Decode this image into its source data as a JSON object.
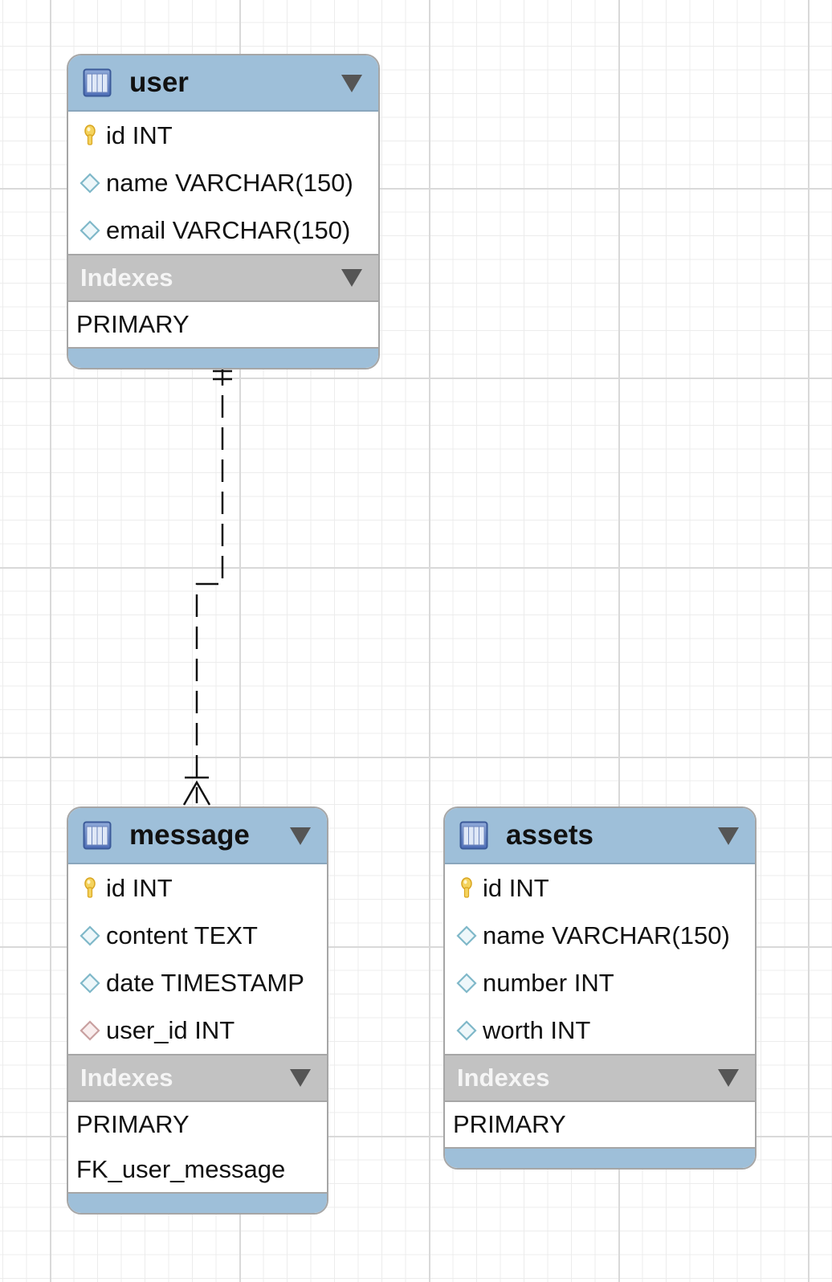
{
  "tables": {
    "user": {
      "name": "user",
      "columns": [
        {
          "label": "id INT",
          "kind": "primary-key"
        },
        {
          "label": "name VARCHAR(150)",
          "kind": "column"
        },
        {
          "label": "email VARCHAR(150)",
          "kind": "column"
        }
      ],
      "indexes_label": "Indexes",
      "indexes": [
        "PRIMARY"
      ]
    },
    "message": {
      "name": "message",
      "columns": [
        {
          "label": "id INT",
          "kind": "primary-key"
        },
        {
          "label": "content TEXT",
          "kind": "column"
        },
        {
          "label": "date TIMESTAMP",
          "kind": "column"
        },
        {
          "label": "user_id INT",
          "kind": "foreign-key"
        }
      ],
      "indexes_label": "Indexes",
      "indexes": [
        "PRIMARY",
        "FK_user_message"
      ]
    },
    "assets": {
      "name": "assets",
      "columns": [
        {
          "label": "id INT",
          "kind": "primary-key"
        },
        {
          "label": "name VARCHAR(150)",
          "kind": "column"
        },
        {
          "label": "number INT",
          "kind": "column"
        },
        {
          "label": "worth INT",
          "kind": "column"
        }
      ],
      "indexes_label": "Indexes",
      "indexes": [
        "PRIMARY"
      ]
    }
  },
  "relationships": [
    {
      "from": "user",
      "to": "message",
      "from_cardinality": "one-and-only-one",
      "to_cardinality": "one-or-many",
      "line_style": "dashed"
    }
  ],
  "colors": {
    "header": "#9ebfd9",
    "index_header": "#c2c2c2",
    "border": "#a6a6a6",
    "grid_major": "#d9d9d9",
    "grid_minor": "#ececec",
    "key_icon": "#f2c94c",
    "column_icon": "#7fb8c9",
    "foreign_key_icon": "#c9a0a0"
  }
}
